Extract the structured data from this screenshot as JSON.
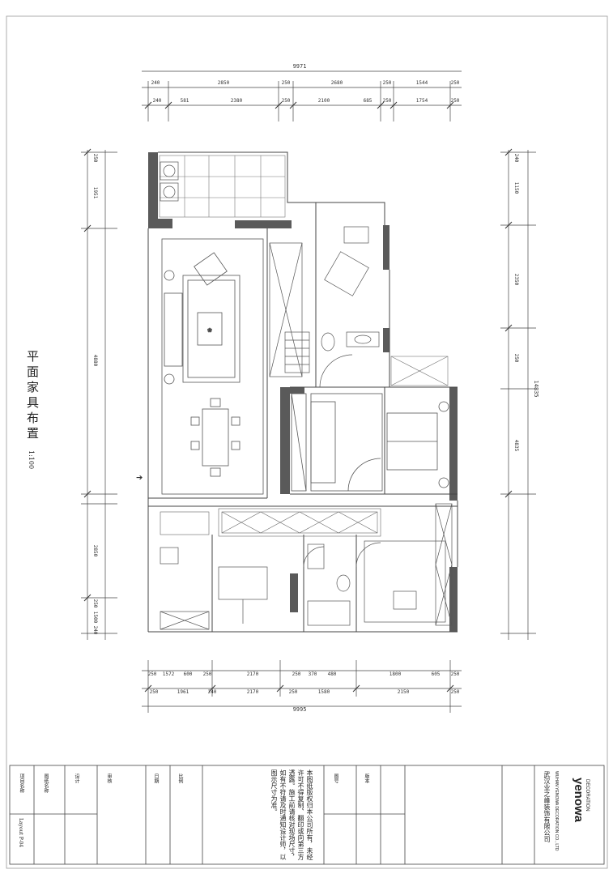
{
  "drawing": {
    "title": "平面家具布置",
    "scale": "1:100"
  },
  "dimensions": {
    "overall_width": "9971",
    "overall_depth": "14835",
    "top_row1": [
      "240",
      "2850",
      "250",
      "2680",
      "250",
      "1544",
      "250"
    ],
    "top_row2": [
      "240",
      "581",
      "2380",
      "250",
      "2100",
      "685",
      "250",
      "1754",
      "250"
    ],
    "bottom_row1": [
      "250",
      "1572",
      "600",
      "250",
      "2170",
      "250",
      "370",
      "480",
      "1800",
      "605",
      "250"
    ],
    "bottom_row2": [
      "250",
      "1961",
      "240",
      "2170",
      "250",
      "1580",
      "2150",
      "250"
    ],
    "bottom_overall": "9995",
    "left": [
      "250",
      "1951",
      "4880",
      "2850",
      "250",
      "1500",
      "240"
    ],
    "right": [
      "240",
      "1150",
      "2350",
      "250",
      "4835"
    ]
  },
  "title_block": {
    "company_name": "武汉业之峰装饰有限公司",
    "company_english": "WUHAN YENOWA DECORATION CO., LTD",
    "logo_text": "yenowa",
    "logo_sub": "DECORATION",
    "notes": "本图纸版权归本公司所有，未经许可不得复制、翻印或向第三方透露。施工前请核对现场尺寸，如有不符请及时通知设计师，以图示尺寸为准。",
    "fields": [
      "项目名称",
      "图纸名称",
      "设计",
      "审核",
      "日期",
      "比例",
      "图号",
      "版本"
    ],
    "sheet_no": "Layout P-04"
  },
  "colors": {
    "wall_fill": "#5a5a5a",
    "line": "#444444",
    "paper": "#ffffff"
  }
}
